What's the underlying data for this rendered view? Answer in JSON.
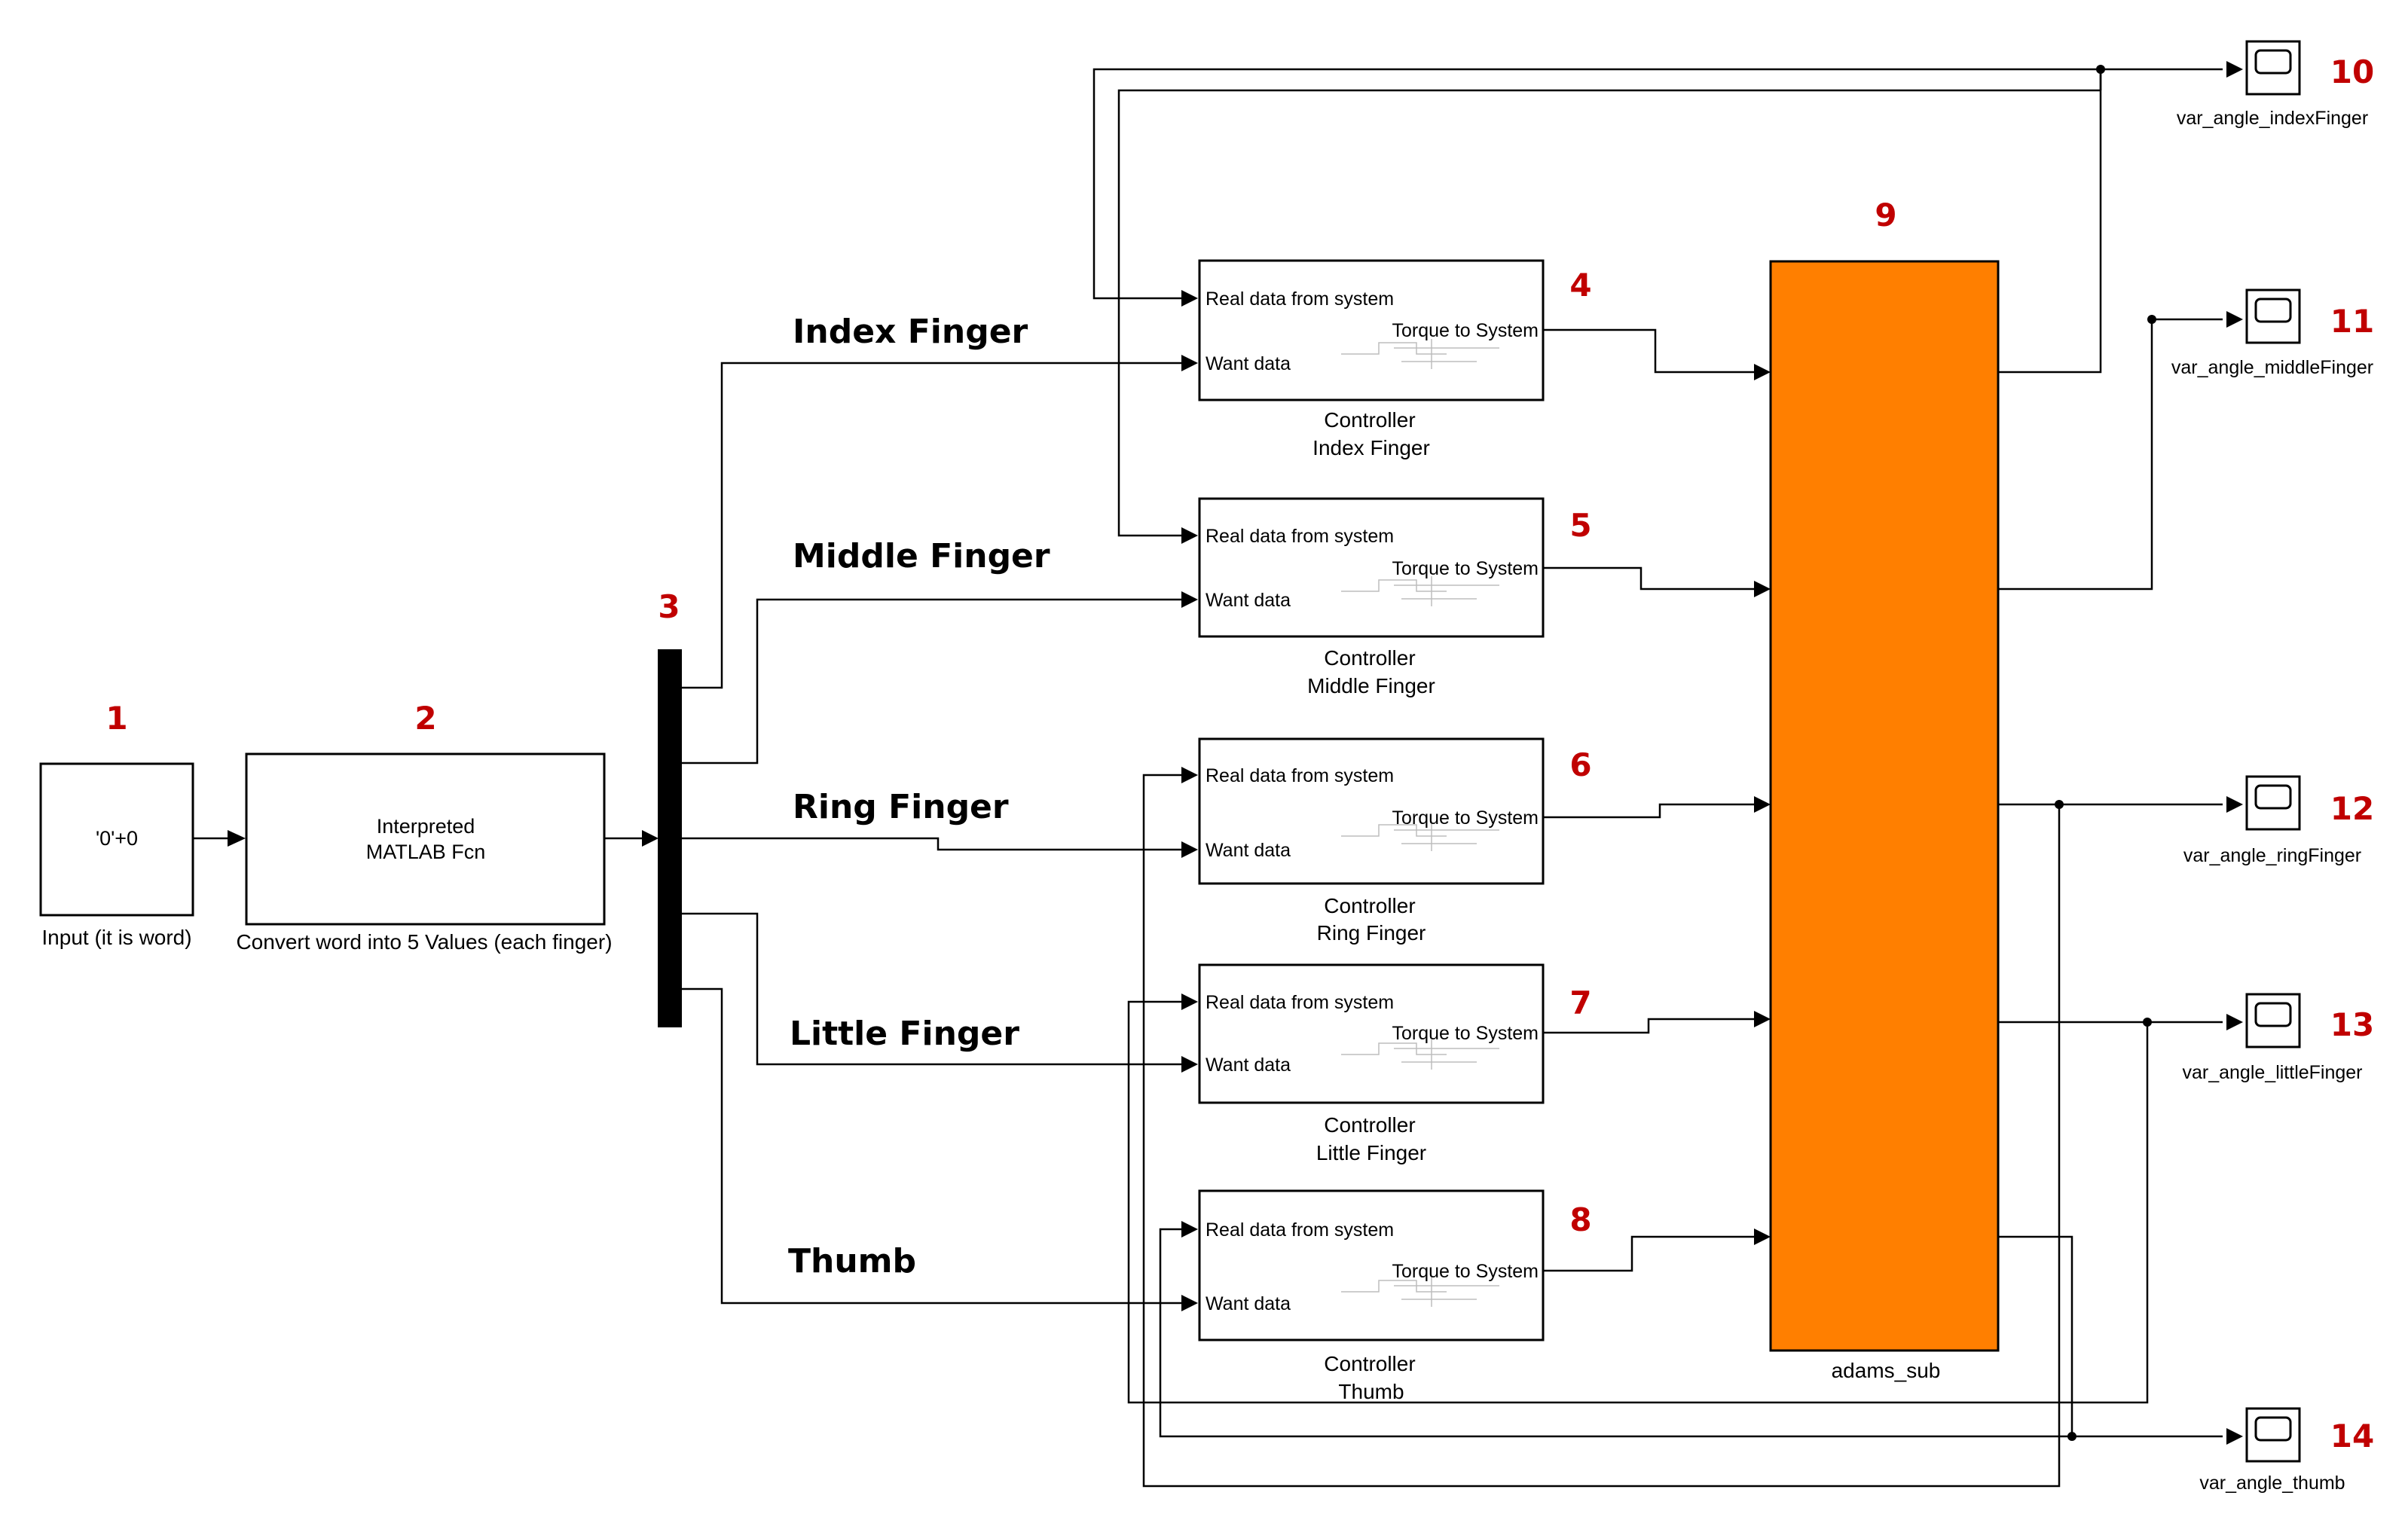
{
  "colors": {
    "number": "#c00000",
    "adams_fill": "#ff7f00",
    "line": "#000000",
    "background": "#ffffff"
  },
  "numbers": [
    "1",
    "2",
    "3",
    "4",
    "5",
    "6",
    "7",
    "8",
    "9",
    "10",
    "11",
    "12",
    "13",
    "14"
  ],
  "blocks": {
    "input": {
      "text": "'0'+0",
      "caption": "Input (it is word)"
    },
    "fcn": {
      "text_line1": "Interpreted",
      "text_line2": "MATLAB Fcn",
      "caption": "Convert word into 5 Values (each finger)"
    },
    "adams": {
      "caption": "adams_sub"
    }
  },
  "fingers": [
    {
      "label": "Index Finger",
      "caption_line1": "Controller",
      "caption_line2": "Index Finger",
      "in1": "Real data from system",
      "in2": "Want data",
      "out": "Torque to System"
    },
    {
      "label": "Middle Finger",
      "caption_line1": "Controller",
      "caption_line2": "Middle Finger",
      "in1": "Real data from system",
      "in2": "Want data",
      "out": "Torque to System"
    },
    {
      "label": "Ring Finger",
      "caption_line1": "Controller",
      "caption_line2": "Ring Finger",
      "in1": "Real data from system",
      "in2": "Want data",
      "out": "Torque to System"
    },
    {
      "label": "Little Finger",
      "caption_line1": "Controller",
      "caption_line2": "Little Finger",
      "in1": "Real data from system",
      "in2": "Want data",
      "out": "Torque to System"
    },
    {
      "label": "Thumb",
      "caption_line1": "Controller",
      "caption_line2": "Thumb",
      "in1": "Real data from system",
      "in2": "Want data",
      "out": "Torque to System"
    }
  ],
  "scopes": [
    {
      "label": "var_angle_indexFinger",
      "icon": "scope-icon"
    },
    {
      "label": "var_angle_middleFinger",
      "icon": "scope-icon"
    },
    {
      "label": "var_angle_ringFinger",
      "icon": "scope-icon"
    },
    {
      "label": "var_angle_littleFinger",
      "icon": "scope-icon"
    },
    {
      "label": "var_angle_thumb",
      "icon": "scope-icon"
    }
  ]
}
